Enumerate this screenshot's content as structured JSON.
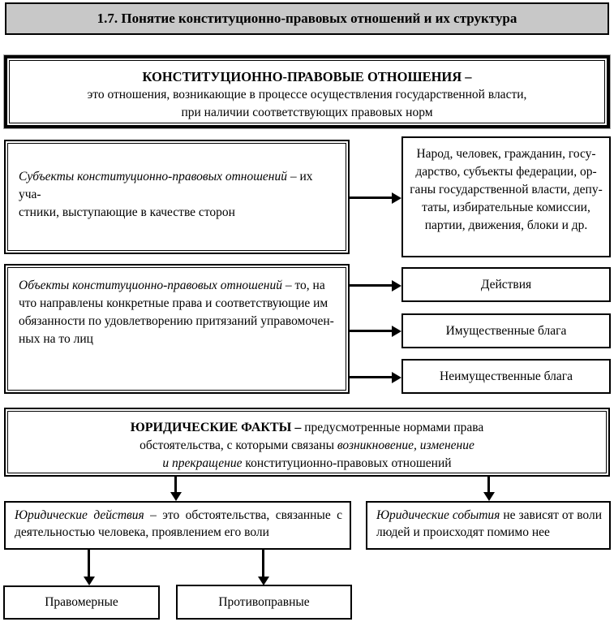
{
  "page_title": "1.7. Понятие конституционно-правовых отношений и их структура",
  "definition_box": {
    "term": "КОНСТИТУЦИОННО-ПРАВОВЫЕ ОТНОШЕНИЯ –",
    "lines": [
      "это отношения, возникающие в процессе осуществления государственной власти,",
      "при наличии соответствующих правовых норм"
    ]
  },
  "subjects": {
    "definition": {
      "term_italic": "Субъекты конституционно-правовых отношений",
      "line1_rest": " – их уча-",
      "line2": "стники, выступающие в качестве сторон"
    },
    "examples_lines": [
      "Народ, человек, гражданин, госу-",
      "дарство, субъекты федерации, ор-",
      "ганы государственной власти, депу-",
      "таты, избирательные комиссии,",
      "партии, движения, блоки и др."
    ]
  },
  "objects": {
    "definition": {
      "term_italic": "Объекты конституционно-правовых отношений",
      "line1_rest": " – то, на",
      "line2": "что направлены конкретные права и соответствующие им",
      "line3": "обязанности по удовлетворению притязаний управомочен-",
      "line4": "ных на то лиц"
    },
    "items": [
      "Действия",
      "Имущественные блага",
      "Неимущественные блага"
    ]
  },
  "legal_facts": {
    "line1_bold": "ЮРИДИЧЕСКИЕ ФАКТЫ –",
    "line1_rest": " предусмотренные нормами права",
    "line2_normal": "обстоятельства, с которыми связаны ",
    "line2_italic": "возникновение, изменение",
    "line3_italic": "и прекращение",
    "line3_rest": " конституционно-правовых отношений"
  },
  "legal_actions": {
    "term_italic": "Юридические действия",
    "line1_rest": " – это обстоятельства, связанные с",
    "line2": "деятельностью человека, проявлением его воли",
    "kinds": [
      "Правомерные",
      "Противоправные"
    ]
  },
  "legal_events": {
    "term_italic": "Юридические события",
    "line1_rest": " не зависят от воли",
    "line2": "людей и происходят помимо нее"
  },
  "colors": {
    "title_bg": "#c8c8c8",
    "border": "#000000",
    "background": "#ffffff"
  }
}
